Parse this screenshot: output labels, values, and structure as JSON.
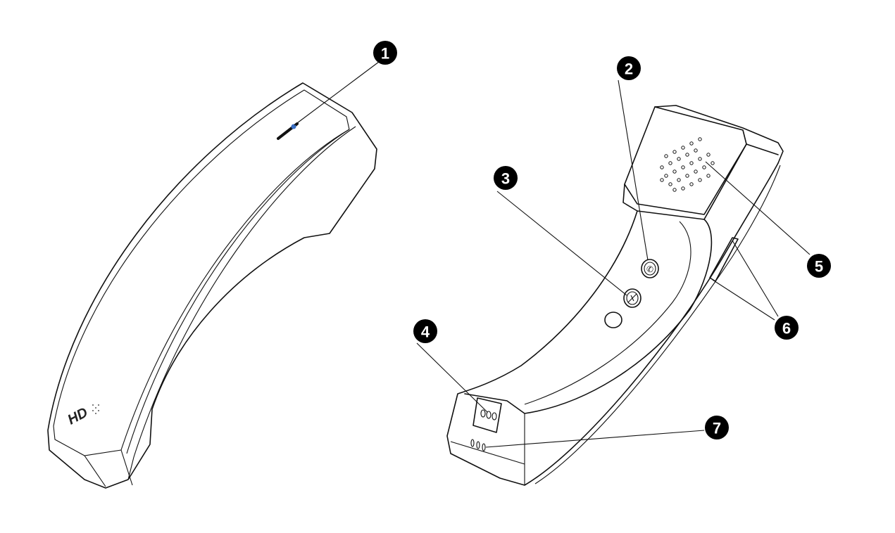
{
  "diagram": {
    "subject": "handset",
    "logo_text": "HD",
    "callouts": [
      "1",
      "2",
      "3",
      "4",
      "5",
      "6",
      "7"
    ],
    "colors": {
      "line": "#111111",
      "led": "#3a6fc4",
      "callout_fill": "#000000"
    }
  }
}
